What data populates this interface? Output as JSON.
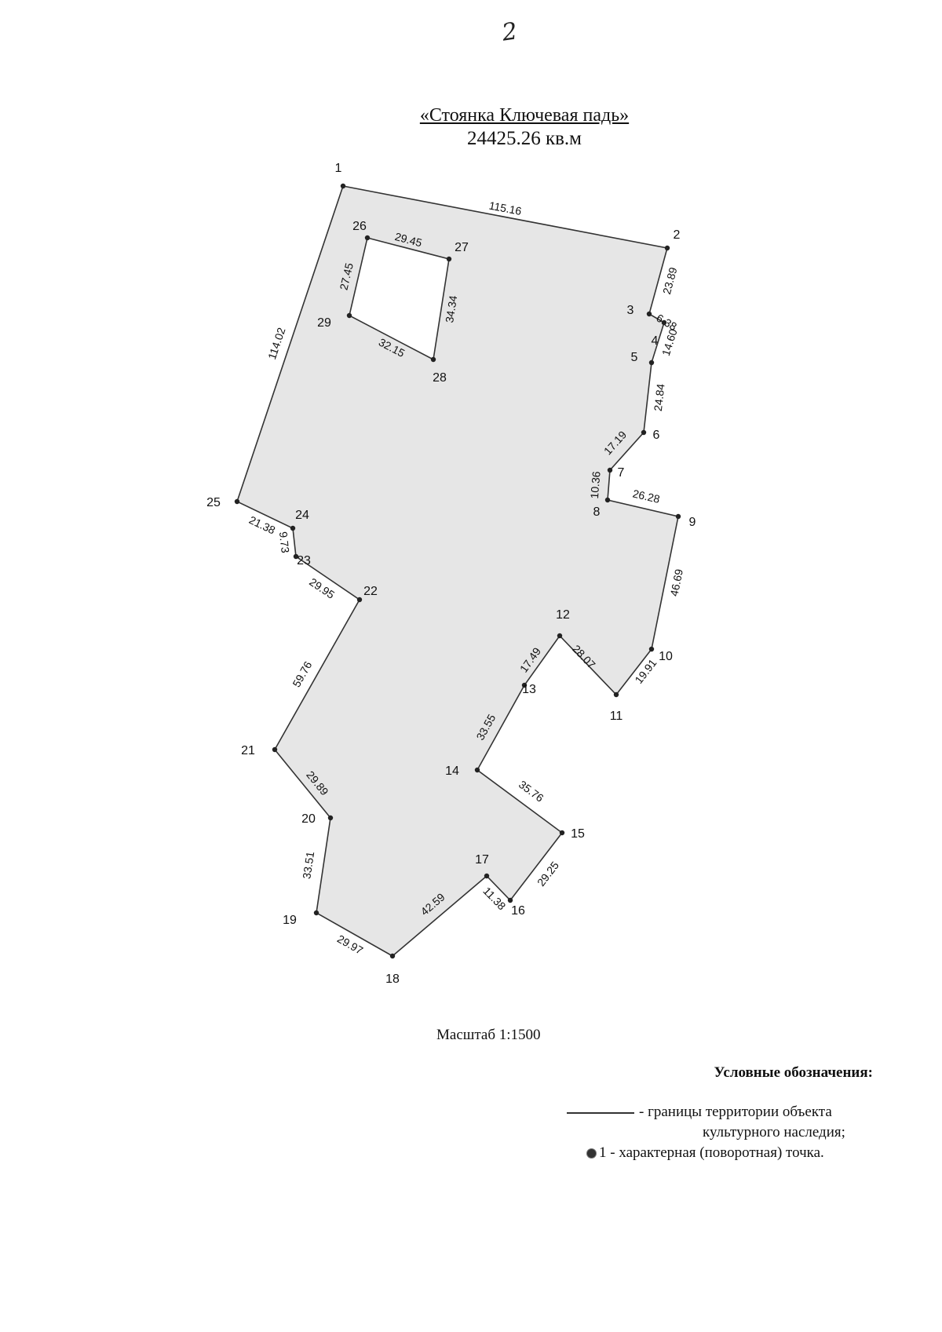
{
  "page_number": "2",
  "title": "«Стоянка Ключевая падь»",
  "area": "24425.26 кв.м",
  "scale": "Масштаб 1:1500",
  "legend": {
    "title": "Условные обозначения:",
    "boundary_line1": "-  границы территории объекта",
    "boundary_line2": "культурного наследия;",
    "point_text": "1 -  характерная (поворотная) точка."
  },
  "colors": {
    "fill": "#e6e6e6",
    "line": "#333333",
    "point": "#222222"
  },
  "outer_points": [
    "1",
    "2",
    "3",
    "4",
    "5",
    "6",
    "7",
    "8",
    "9",
    "10",
    "11",
    "12",
    "13",
    "14",
    "15",
    "16",
    "17",
    "18",
    "19",
    "20",
    "21",
    "22",
    "23",
    "24",
    "25"
  ],
  "outer_lengths": [
    "115.16",
    "23.89",
    "6.38",
    "14.60",
    "24.84",
    "17.19",
    "10.36",
    "26.28",
    "46.69",
    "19.91",
    "28.07",
    "17.49",
    "33.55",
    "35.76",
    "29.25",
    "11.38",
    "42.59",
    "29.97",
    "33.51",
    "29.89",
    "59.76",
    "29.95",
    "9.73",
    "21.38",
    "114.02"
  ],
  "inner_points": [
    "26",
    "27",
    "28",
    "29"
  ],
  "inner_lengths": [
    "29.45",
    "34.34",
    "32.15",
    "27.45"
  ]
}
